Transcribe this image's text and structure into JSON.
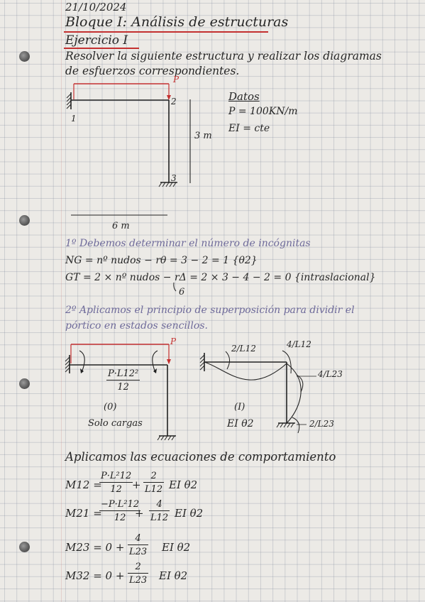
{
  "header": {
    "date": "21/10/2024",
    "title": "Bloque I: Análisis de estructuras",
    "exercise": "Ejercicio I",
    "statement_line1": "Resolver la siguiente estructura y realizar los diagramas",
    "statement_line2": "de esfuerzos correspondientes."
  },
  "figure1": {
    "load": "P",
    "node1": "1",
    "node2": "2",
    "node3": "3",
    "height": "3 m",
    "length": "6 m"
  },
  "datos": {
    "title": "Datos",
    "p": "P = 100KN/m",
    "ei": "EI = cte"
  },
  "step1": {
    "text": "1º Debemos determinar el número de incógnitas",
    "ng": "NG = nº nudos − rθ = 3 − 2 = 1 {θ2}",
    "gt": "GT = 2 × nº nudos − rΔ = 2 × 3 − 4 − 2 = 0 {intraslacional}",
    "note": "6"
  },
  "step2": {
    "line1": "2º Aplicamos el principio de superposición para dividir el",
    "line2": "pórtico en estados sencillos."
  },
  "state0": {
    "load": "P",
    "moment_num": "P·L12²",
    "moment_den": "12",
    "label": "(0)",
    "caption": "Solo cargas"
  },
  "state1": {
    "m_left": "2/L12",
    "m_top": "4/L12",
    "m_right": "4/L23",
    "m_bottom": "2/L23",
    "label": "(I)",
    "caption": "EI θ2"
  },
  "behaviour": {
    "title": "Aplicamos las ecuaciones de comportamiento",
    "eq1": {
      "lhs": "M12 =",
      "n1": "P·L²12",
      "d1": "12",
      "plus": "+",
      "n2": "2",
      "d2": "L12",
      "tail": "EI θ2"
    },
    "eq2": {
      "lhs": "M21 =",
      "n1": "−P·L²12",
      "d1": "12",
      "plus": "+",
      "n2": "4",
      "d2": "L12",
      "tail": "EI θ2"
    },
    "eq3": {
      "lhs": "M23 = 0 +",
      "n2": "4",
      "d2": "L23",
      "tail": "EI θ2"
    },
    "eq4": {
      "lhs": "M32 = 0 +",
      "n2": "2",
      "d2": "L23",
      "tail": "EI θ2"
    }
  },
  "colors": {
    "ink": "#262626",
    "purple": "#6e6a9a",
    "red": "#c43030",
    "paper": "#eceae6"
  }
}
